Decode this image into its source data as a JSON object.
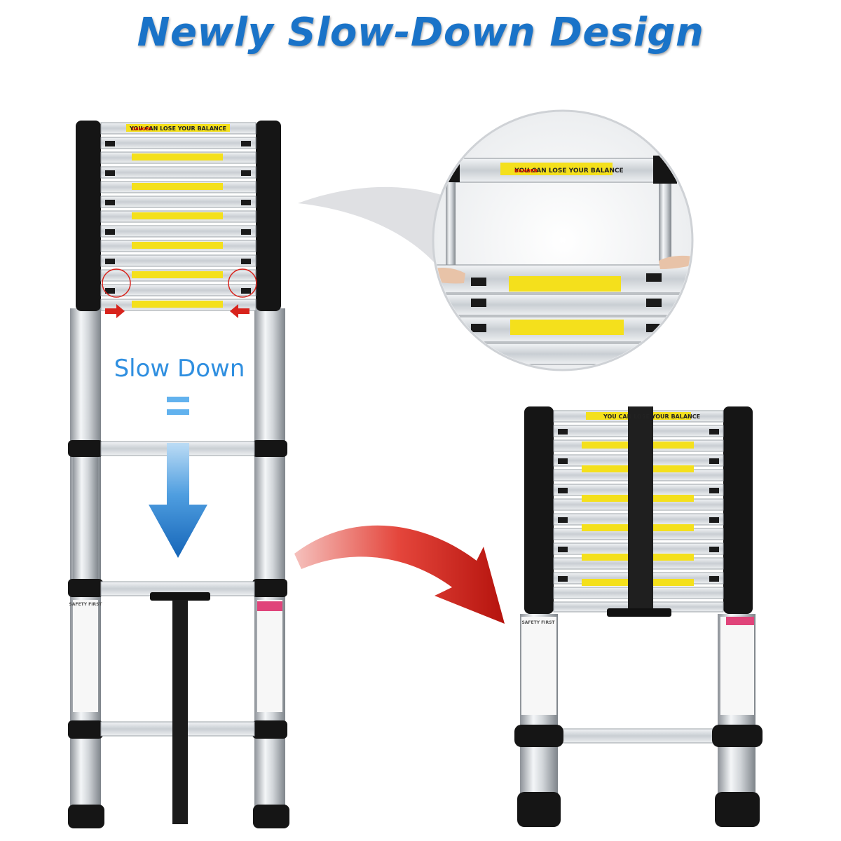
{
  "headline": "Newly Slow-Down Design",
  "slow_down_label": "Slow Down",
  "equals_glyph": "=",
  "sticker_warning": "YOU CAN LOSE YOUR BALANCE",
  "sticker_danger": "DANGER",
  "safety_label": "SAFETY FIRST",
  "colors": {
    "headline_blue": "#1a73c8",
    "arrow_blue": "#1f7fd6",
    "arrow_red": "#d8231c",
    "sticker_yellow": "#f4e01c",
    "ladder_black": "#151515",
    "aluminum": "#d9dde1"
  }
}
